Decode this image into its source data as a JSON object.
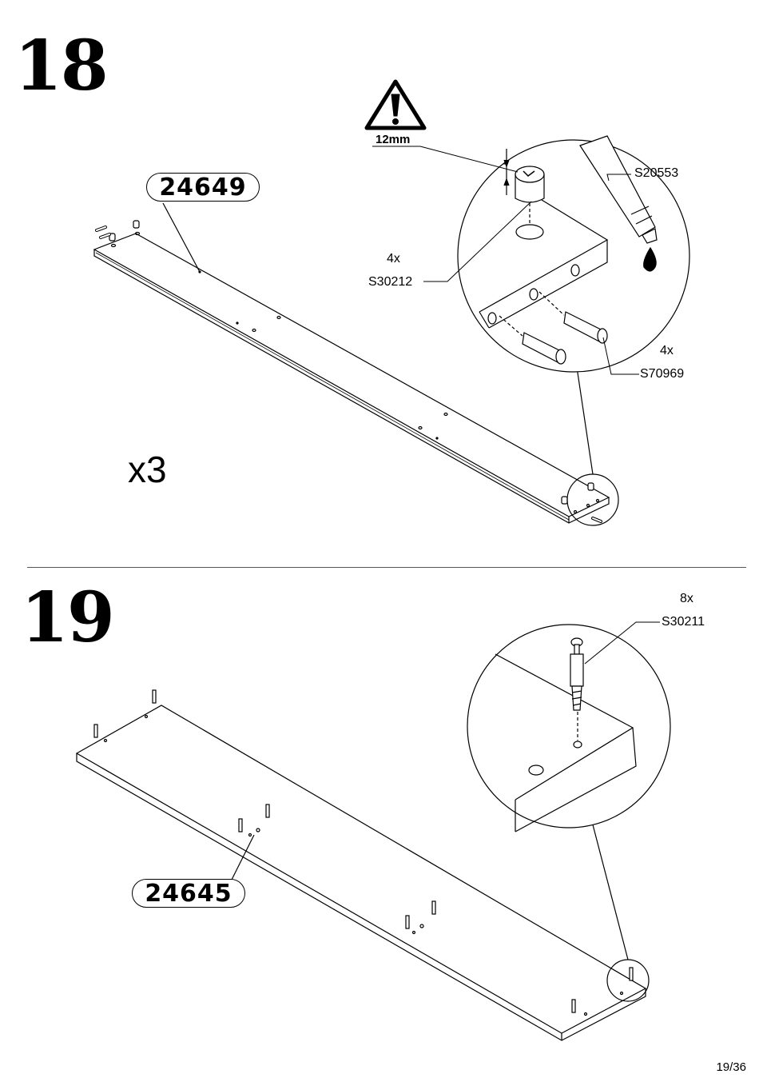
{
  "steps": [
    {
      "number": "18",
      "part_badge": "24649",
      "multiplier": "x3",
      "warning_measure": "12mm",
      "parts": [
        {
          "qty": "",
          "code": "S20553"
        },
        {
          "qty": "4x",
          "code": "S30212"
        },
        {
          "qty": "4x",
          "code": "S70969"
        }
      ]
    },
    {
      "number": "19",
      "part_badge": "24645",
      "parts": [
        {
          "qty": "8x",
          "code": "S30211"
        }
      ]
    }
  ],
  "page_number": "19/36"
}
